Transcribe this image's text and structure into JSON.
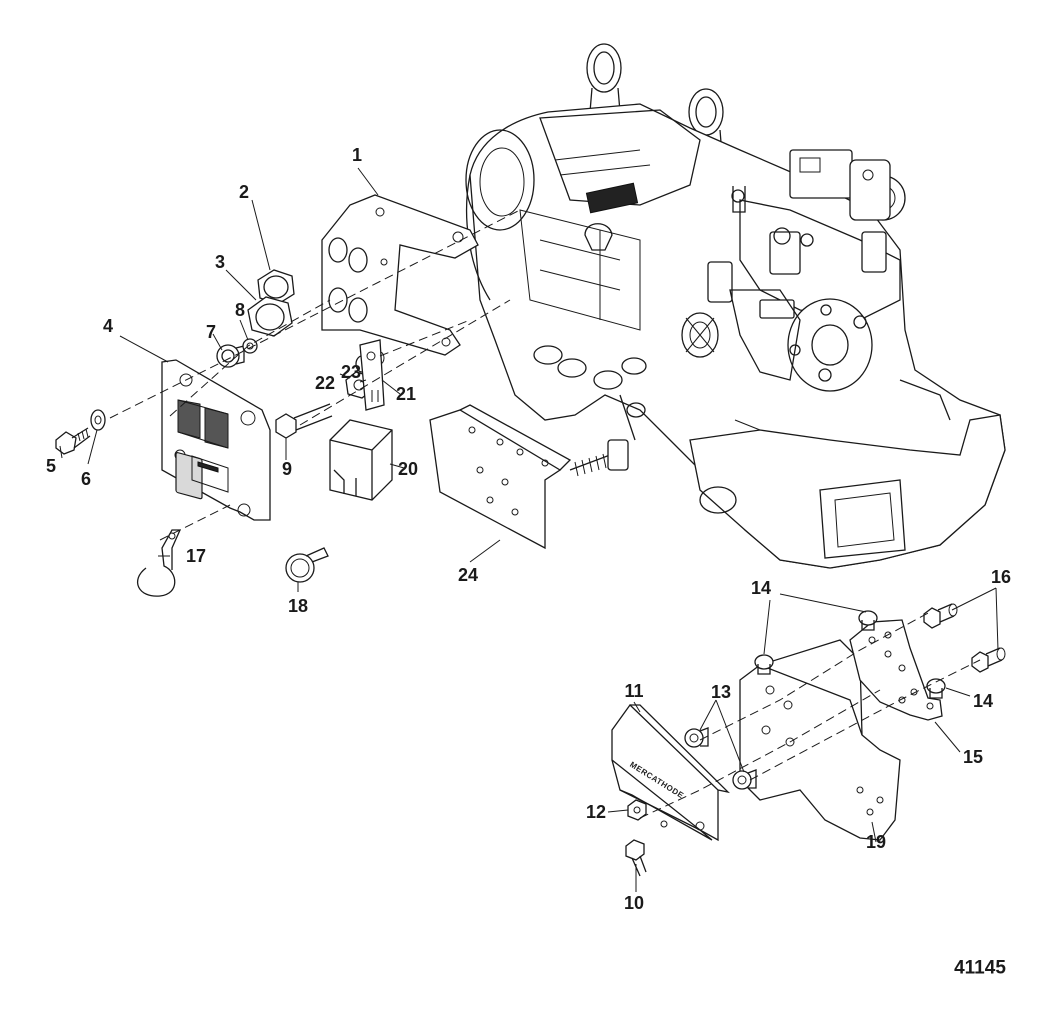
{
  "figure_number": "41145",
  "callouts": [
    {
      "id": "1",
      "label": "1"
    },
    {
      "id": "2",
      "label": "2"
    },
    {
      "id": "3",
      "label": "3"
    },
    {
      "id": "4",
      "label": "4"
    },
    {
      "id": "5",
      "label": "5"
    },
    {
      "id": "6",
      "label": "6"
    },
    {
      "id": "7",
      "label": "7"
    },
    {
      "id": "8",
      "label": "8"
    },
    {
      "id": "9",
      "label": "9"
    },
    {
      "id": "10",
      "label": "10"
    },
    {
      "id": "11",
      "label": "11"
    },
    {
      "id": "12",
      "label": "12"
    },
    {
      "id": "13",
      "label": "13"
    },
    {
      "id": "14a",
      "label": "14"
    },
    {
      "id": "14b",
      "label": "14"
    },
    {
      "id": "15",
      "label": "15"
    },
    {
      "id": "16",
      "label": "16"
    },
    {
      "id": "17",
      "label": "17"
    },
    {
      "id": "18",
      "label": "18"
    },
    {
      "id": "19",
      "label": "19"
    },
    {
      "id": "20",
      "label": "20"
    },
    {
      "id": "21",
      "label": "21"
    },
    {
      "id": "22",
      "label": "22"
    },
    {
      "id": "23",
      "label": "23"
    },
    {
      "id": "24",
      "label": "24"
    }
  ],
  "module_brand_text": "MERCATHODE"
}
